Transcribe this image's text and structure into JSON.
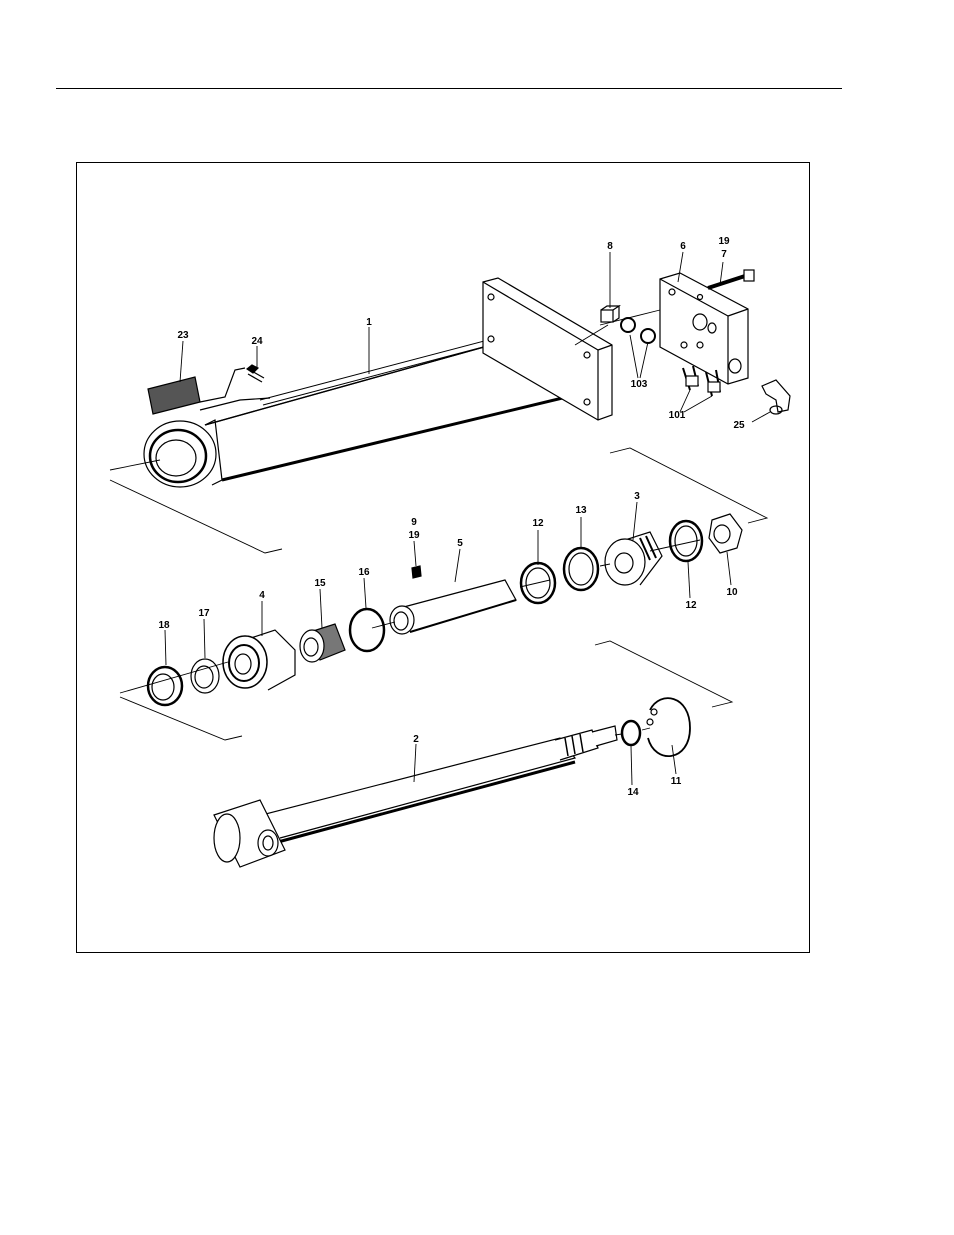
{
  "figure": {
    "callouts": {
      "c1": "1",
      "c2": "2",
      "c3": "3",
      "c4": "4",
      "c5": "5",
      "c6": "6",
      "c7": "7",
      "c8": "8",
      "c9": "9",
      "c10": "10",
      "c11": "11",
      "c12a": "12",
      "c12b": "12",
      "c13": "13",
      "c14": "14",
      "c15": "15",
      "c16": "16",
      "c17": "17",
      "c18": "18",
      "c19a": "19",
      "c19b": "19",
      "c23": "23",
      "c24": "24",
      "c25": "25",
      "c101": "101",
      "c103": "103"
    }
  }
}
